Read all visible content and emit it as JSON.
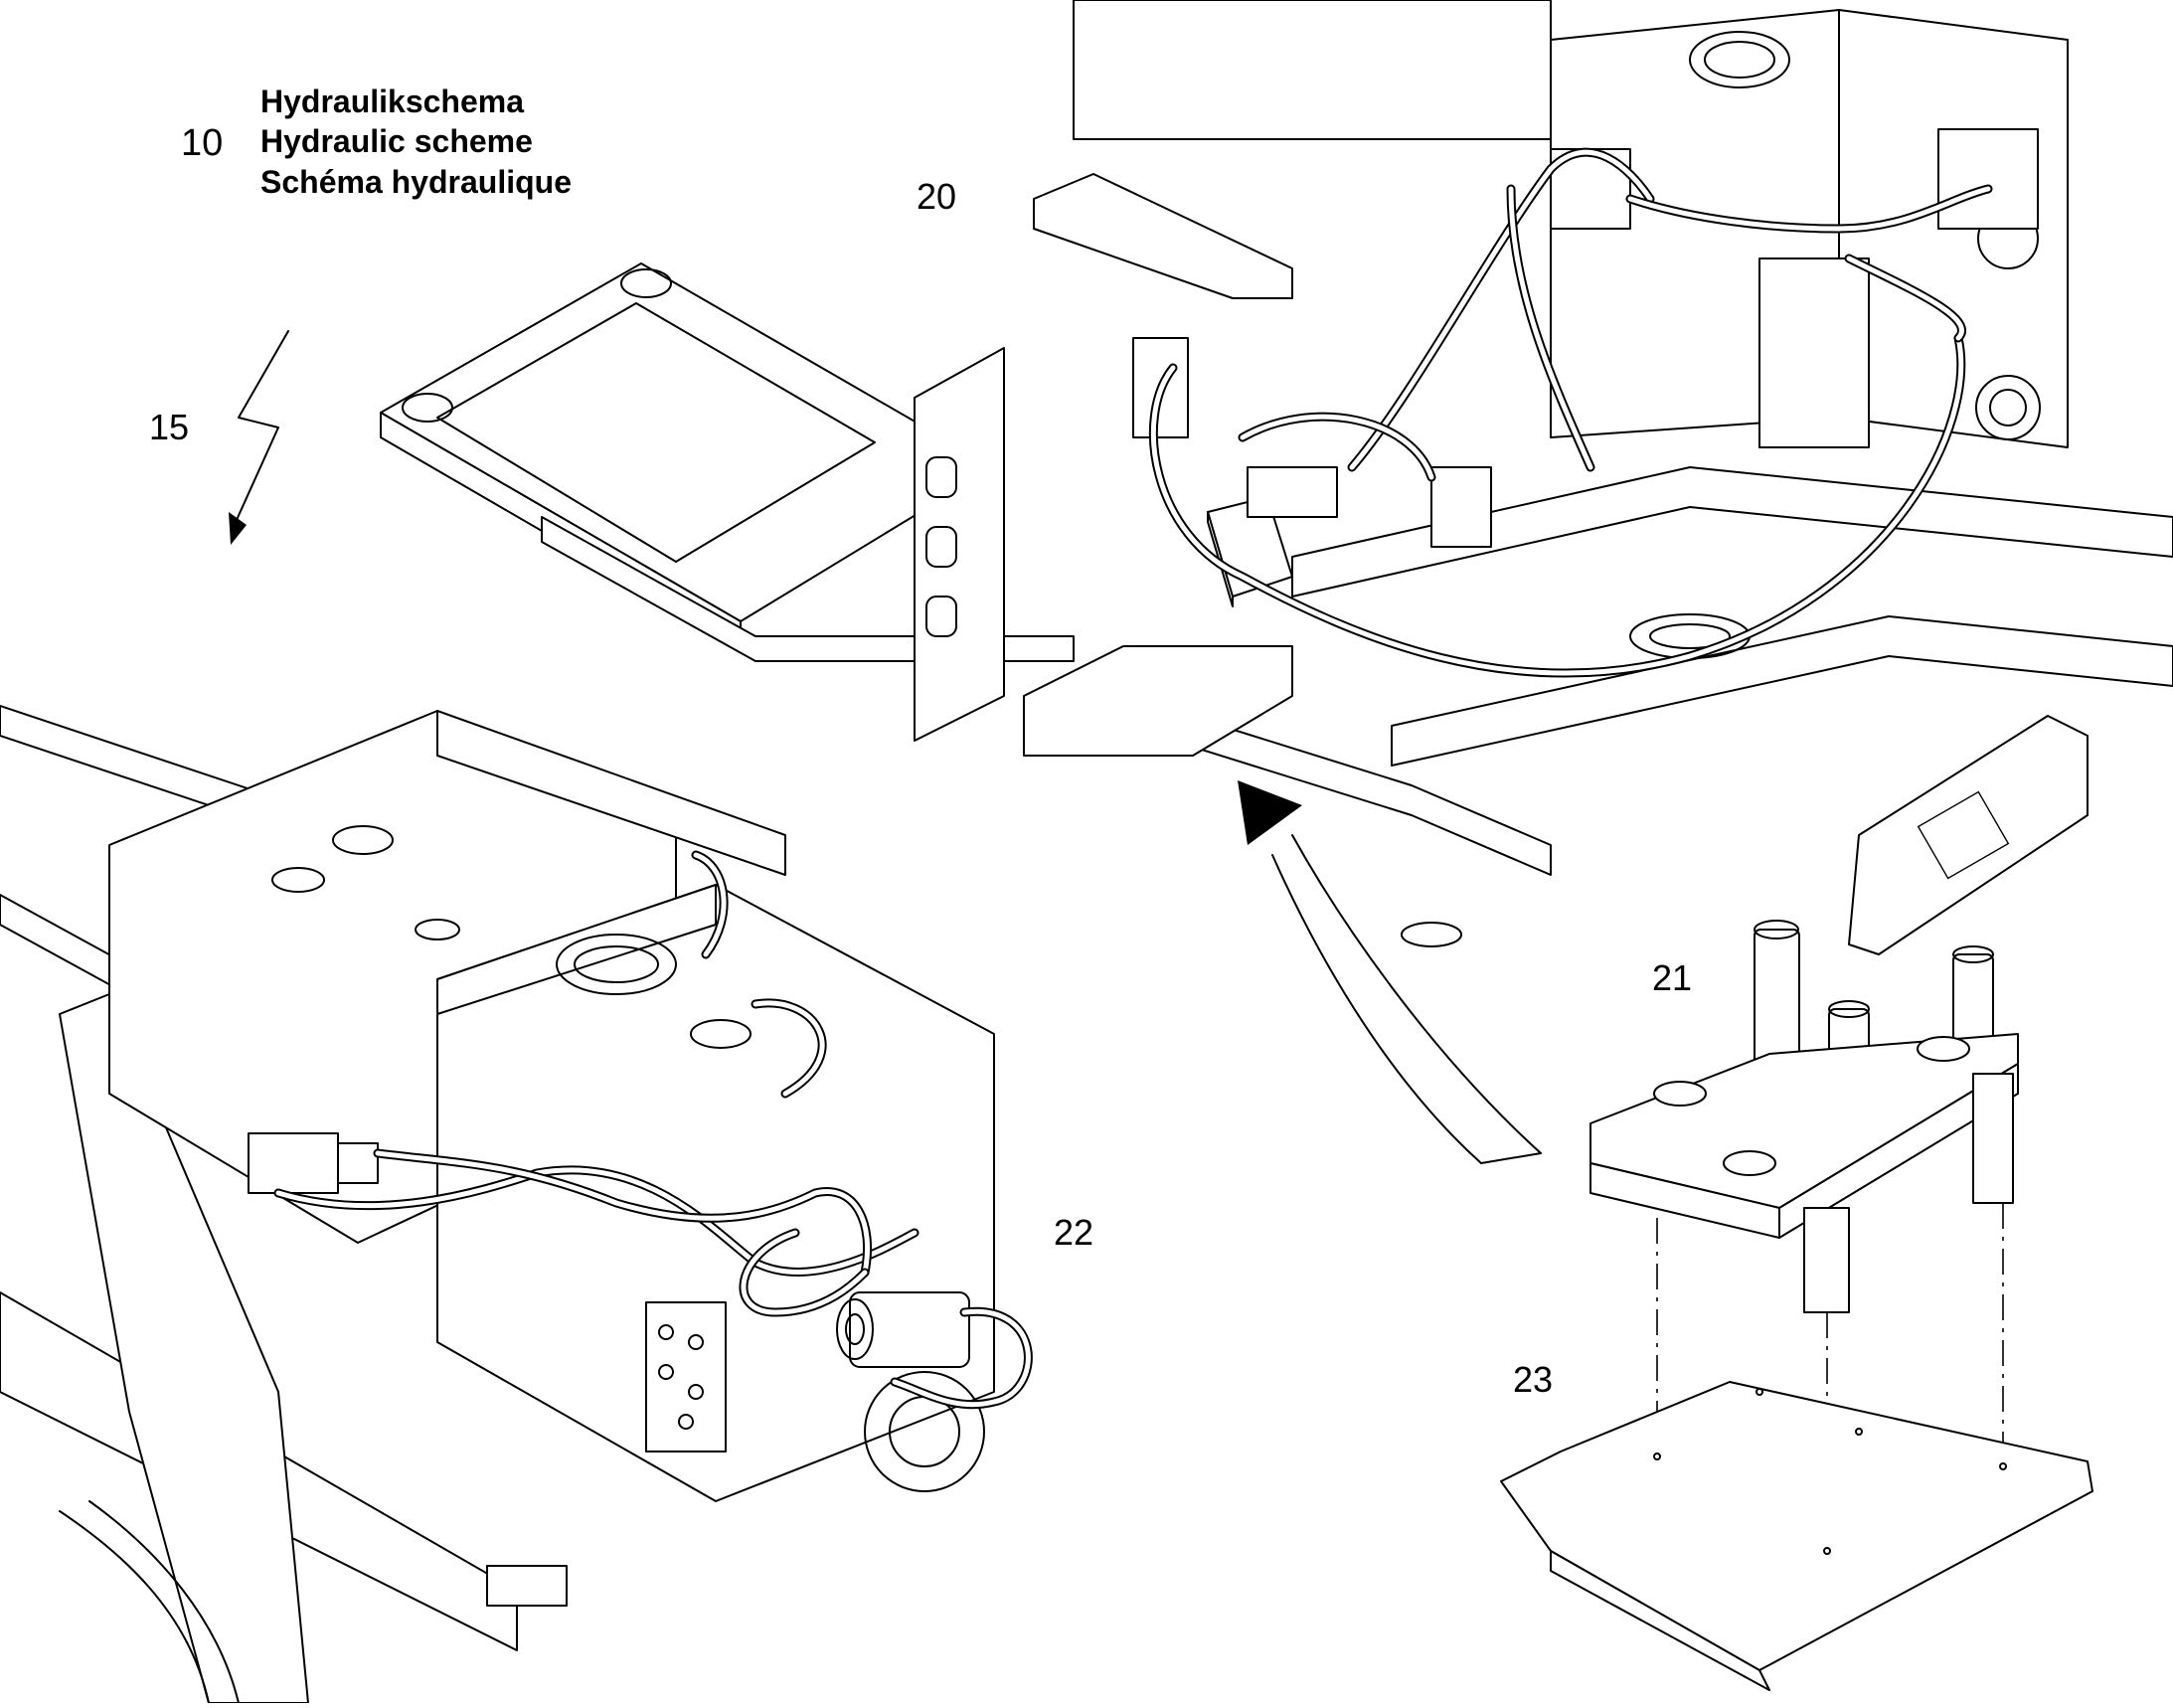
{
  "title": {
    "number": "10",
    "lines": [
      "Hydraulikschema",
      "Hydraulic scheme",
      "Schéma hydraulique"
    ]
  },
  "callouts": {
    "warning": "15",
    "assembly_top": "20",
    "plate_assembly": "21",
    "pump_assembly": "22",
    "base_plate": "23"
  },
  "icons": {
    "warning": "lightning-bolt-icon",
    "view_pointer": "view-arrow-icon"
  }
}
